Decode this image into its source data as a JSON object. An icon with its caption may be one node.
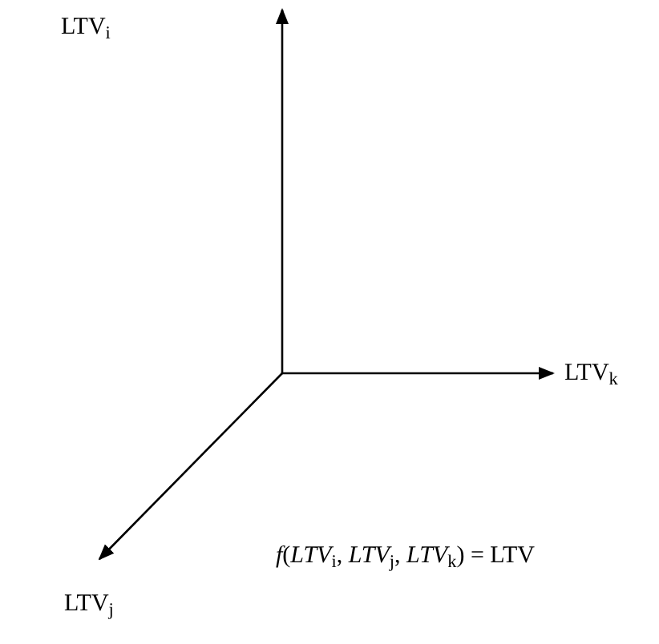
{
  "diagram": {
    "labels": [
      "LTV$_{i}$",
      "LTV$_{k}$",
      "LTV$_{j}$",
      "*f*(*LTV*$_{i}$, *LTV*$_{j}$, *LTV*$_{k}$) = LTV"
    ]
  }
}
